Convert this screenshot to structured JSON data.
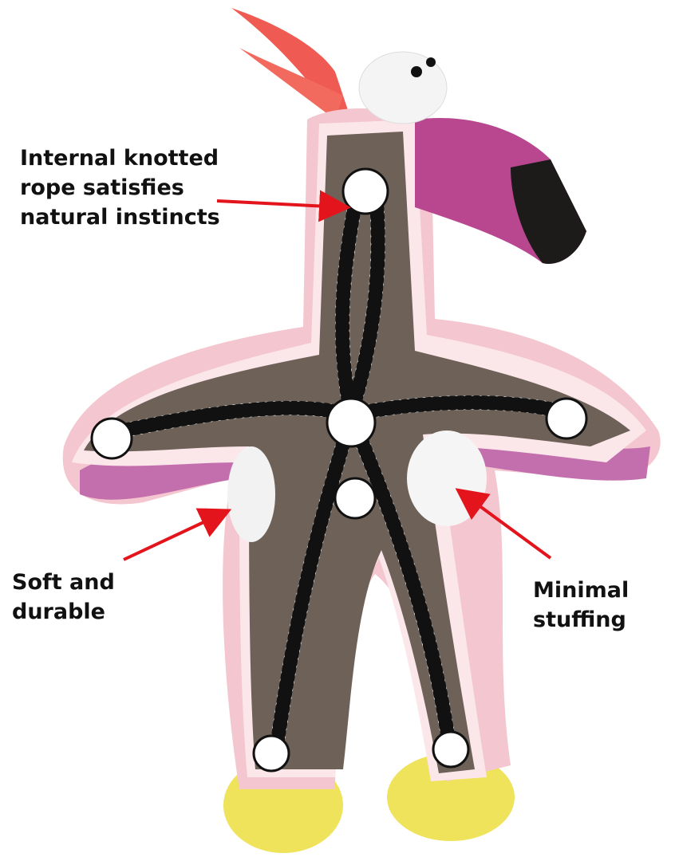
{
  "callouts": [
    {
      "id": "rope",
      "text": "Internal knotted\nrope satisfies\nnatural instincts"
    },
    {
      "id": "soft",
      "text": "Soft and\ndurable"
    },
    {
      "id": "stuffing",
      "text": "Minimal\nstuffing"
    }
  ],
  "colors": {
    "arrow": "#e3141b",
    "fur": "#f4c6cf",
    "fur_inner": "#fbe6ea",
    "cavity": "#6d6158",
    "beak": "#b8478f",
    "beak_tip": "#1d1a1a",
    "crest": "#ef5a52",
    "feet": "#eee35a",
    "rim": "#c36fae"
  }
}
